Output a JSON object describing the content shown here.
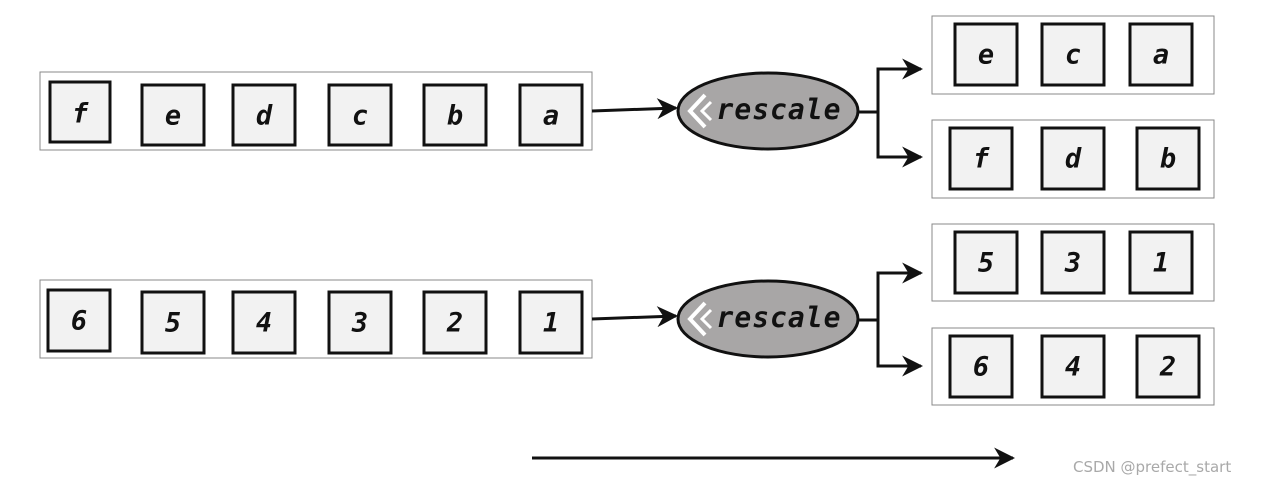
{
  "rows": [
    {
      "input": [
        "f",
        "e",
        "d",
        "c",
        "b",
        "a"
      ],
      "operation": "rescale",
      "outputs": [
        [
          "e",
          "c",
          "a"
        ],
        [
          "f",
          "d",
          "b"
        ]
      ]
    },
    {
      "input": [
        "6",
        "5",
        "4",
        "3",
        "2",
        "1"
      ],
      "operation": "rescale",
      "outputs": [
        [
          "5",
          "3",
          "1"
        ],
        [
          "6",
          "4",
          "2"
        ]
      ]
    }
  ],
  "watermark": "CSDN @prefect_start",
  "colors": {
    "cell_fill": "#f2f2f2",
    "cell_border": "#111111",
    "container_border": "#888888",
    "op_fill": "#a8a6a6",
    "arrow": "#111111"
  },
  "icons": {
    "op_badge": "chevron-left-icon"
  }
}
